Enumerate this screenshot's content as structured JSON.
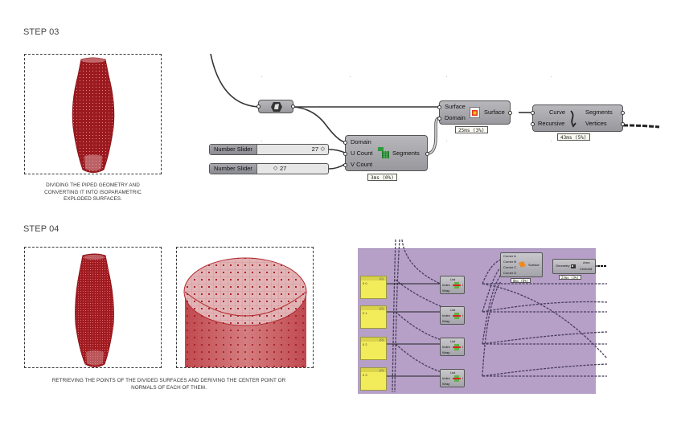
{
  "step03": {
    "title": "STEP 03",
    "caption_lines": [
      "DIVIDING THE PIPED GEOMETRY AND",
      "CONVERTING IT INTO ISOPARAMETRIC",
      "EXPLODED SURFACES."
    ],
    "definition": {
      "sliders": [
        {
          "name": "Number Slider",
          "value": "27",
          "marker": "right"
        },
        {
          "name": "Number Slider",
          "value": "27",
          "marker": "left"
        }
      ],
      "divide_domain": {
        "inputs": [
          "Domain",
          "U Count",
          "V Count"
        ],
        "output": "Segments",
        "timing": "3ms (0%)"
      },
      "isotrim": {
        "inputs": [
          "Surface",
          "Domain"
        ],
        "output": "Surface",
        "timing": "25ms (3%)"
      },
      "explode": {
        "inputs": [
          "Curve",
          "Recursive"
        ],
        "outputs": [
          "Segments",
          "Vertices"
        ],
        "timing": "43ms (5%)"
      }
    }
  },
  "step04": {
    "title": "STEP 04",
    "caption_lines": [
      "RETRIEVING THE POINTS OF THE DIVIDED SURFACES AND DERIVING THE CENTER POINT OR",
      "NORMALS OF EACH OF THEM."
    ],
    "definition": {
      "panels": [
        {
          "header": "{0}",
          "value": "0 0"
        },
        {
          "header": "{0}",
          "value": "0 1"
        },
        {
          "header": "{0}",
          "value": "0 2"
        },
        {
          "header": "{0}",
          "value": "0 3"
        }
      ],
      "list_items": [
        {
          "title": "List",
          "inputs": [
            "Index",
            "Wrap"
          ],
          "output": "i"
        },
        {
          "title": "List",
          "inputs": [
            "Index",
            "Wrap"
          ],
          "output": "i"
        },
        {
          "title": "List",
          "inputs": [
            "Index",
            "Wrap"
          ],
          "output": "i"
        },
        {
          "title": "List",
          "inputs": [
            "Index",
            "Wrap"
          ],
          "output": "i"
        }
      ],
      "surface_4pt": {
        "inputs": [
          "Corner A",
          "Corner B",
          "Corner C",
          "Corner D"
        ],
        "output": "Surface",
        "timing": "0ms (0%)"
      },
      "area": {
        "inputs": [
          "Geometry"
        ],
        "outputs": [
          "Area",
          "Centroid"
        ],
        "timing": "23ms (3%)"
      }
    }
  },
  "colors": {
    "mesh_red": "#9b1a1f",
    "canvas_purple": "#b6a0c8",
    "panel_yellow": "#f3ec5a",
    "node_grey": "#a8a8ae"
  }
}
